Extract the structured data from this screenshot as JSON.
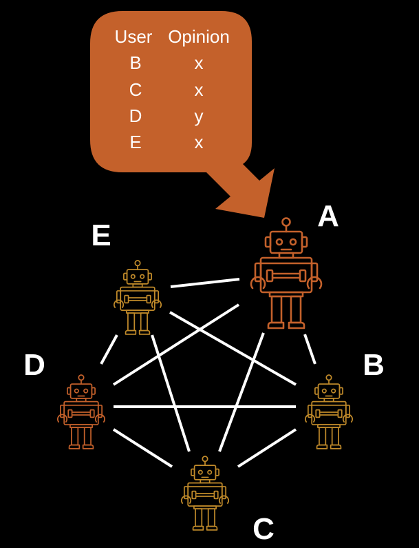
{
  "opinion_table": {
    "headers": [
      "User",
      "Opinion"
    ],
    "rows": [
      [
        "B",
        "x"
      ],
      [
        "C",
        "x"
      ],
      [
        "D",
        "y"
      ],
      [
        "E",
        "x"
      ]
    ]
  },
  "nodes": [
    {
      "id": "A",
      "label": "A",
      "color": "#c4612b"
    },
    {
      "id": "B",
      "label": "B",
      "color": "#c08a2a"
    },
    {
      "id": "C",
      "label": "C",
      "color": "#c08a2a"
    },
    {
      "id": "D",
      "label": "D",
      "color": "#c4612b"
    },
    {
      "id": "E",
      "label": "E",
      "color": "#c08a2a"
    }
  ],
  "edges": [
    [
      "A",
      "E"
    ],
    [
      "A",
      "D"
    ],
    [
      "A",
      "C"
    ],
    [
      "A",
      "B"
    ],
    [
      "E",
      "D"
    ],
    [
      "E",
      "C"
    ],
    [
      "E",
      "B"
    ],
    [
      "D",
      "B"
    ],
    [
      "D",
      "C"
    ],
    [
      "B",
      "C"
    ]
  ],
  "colors": {
    "background": "#000000",
    "callout": "#c4612b",
    "edge": "#ffffff",
    "text": "#ffffff"
  },
  "icons": {
    "node": "robot-icon"
  }
}
